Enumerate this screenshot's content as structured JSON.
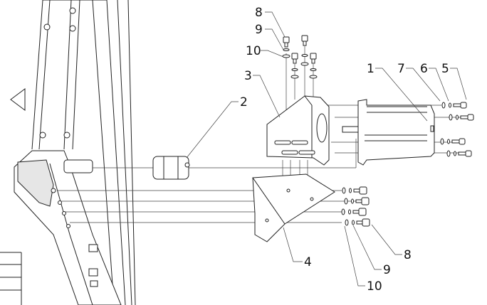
{
  "title": "Motor mount exploded assembly drawing",
  "callouts": {
    "top_8": "8",
    "top_9": "9",
    "top_10": "10",
    "bracket_3": "3",
    "coupler_2": "2",
    "motor_1": "1",
    "washer_7": "7",
    "washer_6": "6",
    "screw_5": "5",
    "bracket_4": "4",
    "bottom_8": "8",
    "bottom_9": "9",
    "bottom_10": "10"
  }
}
